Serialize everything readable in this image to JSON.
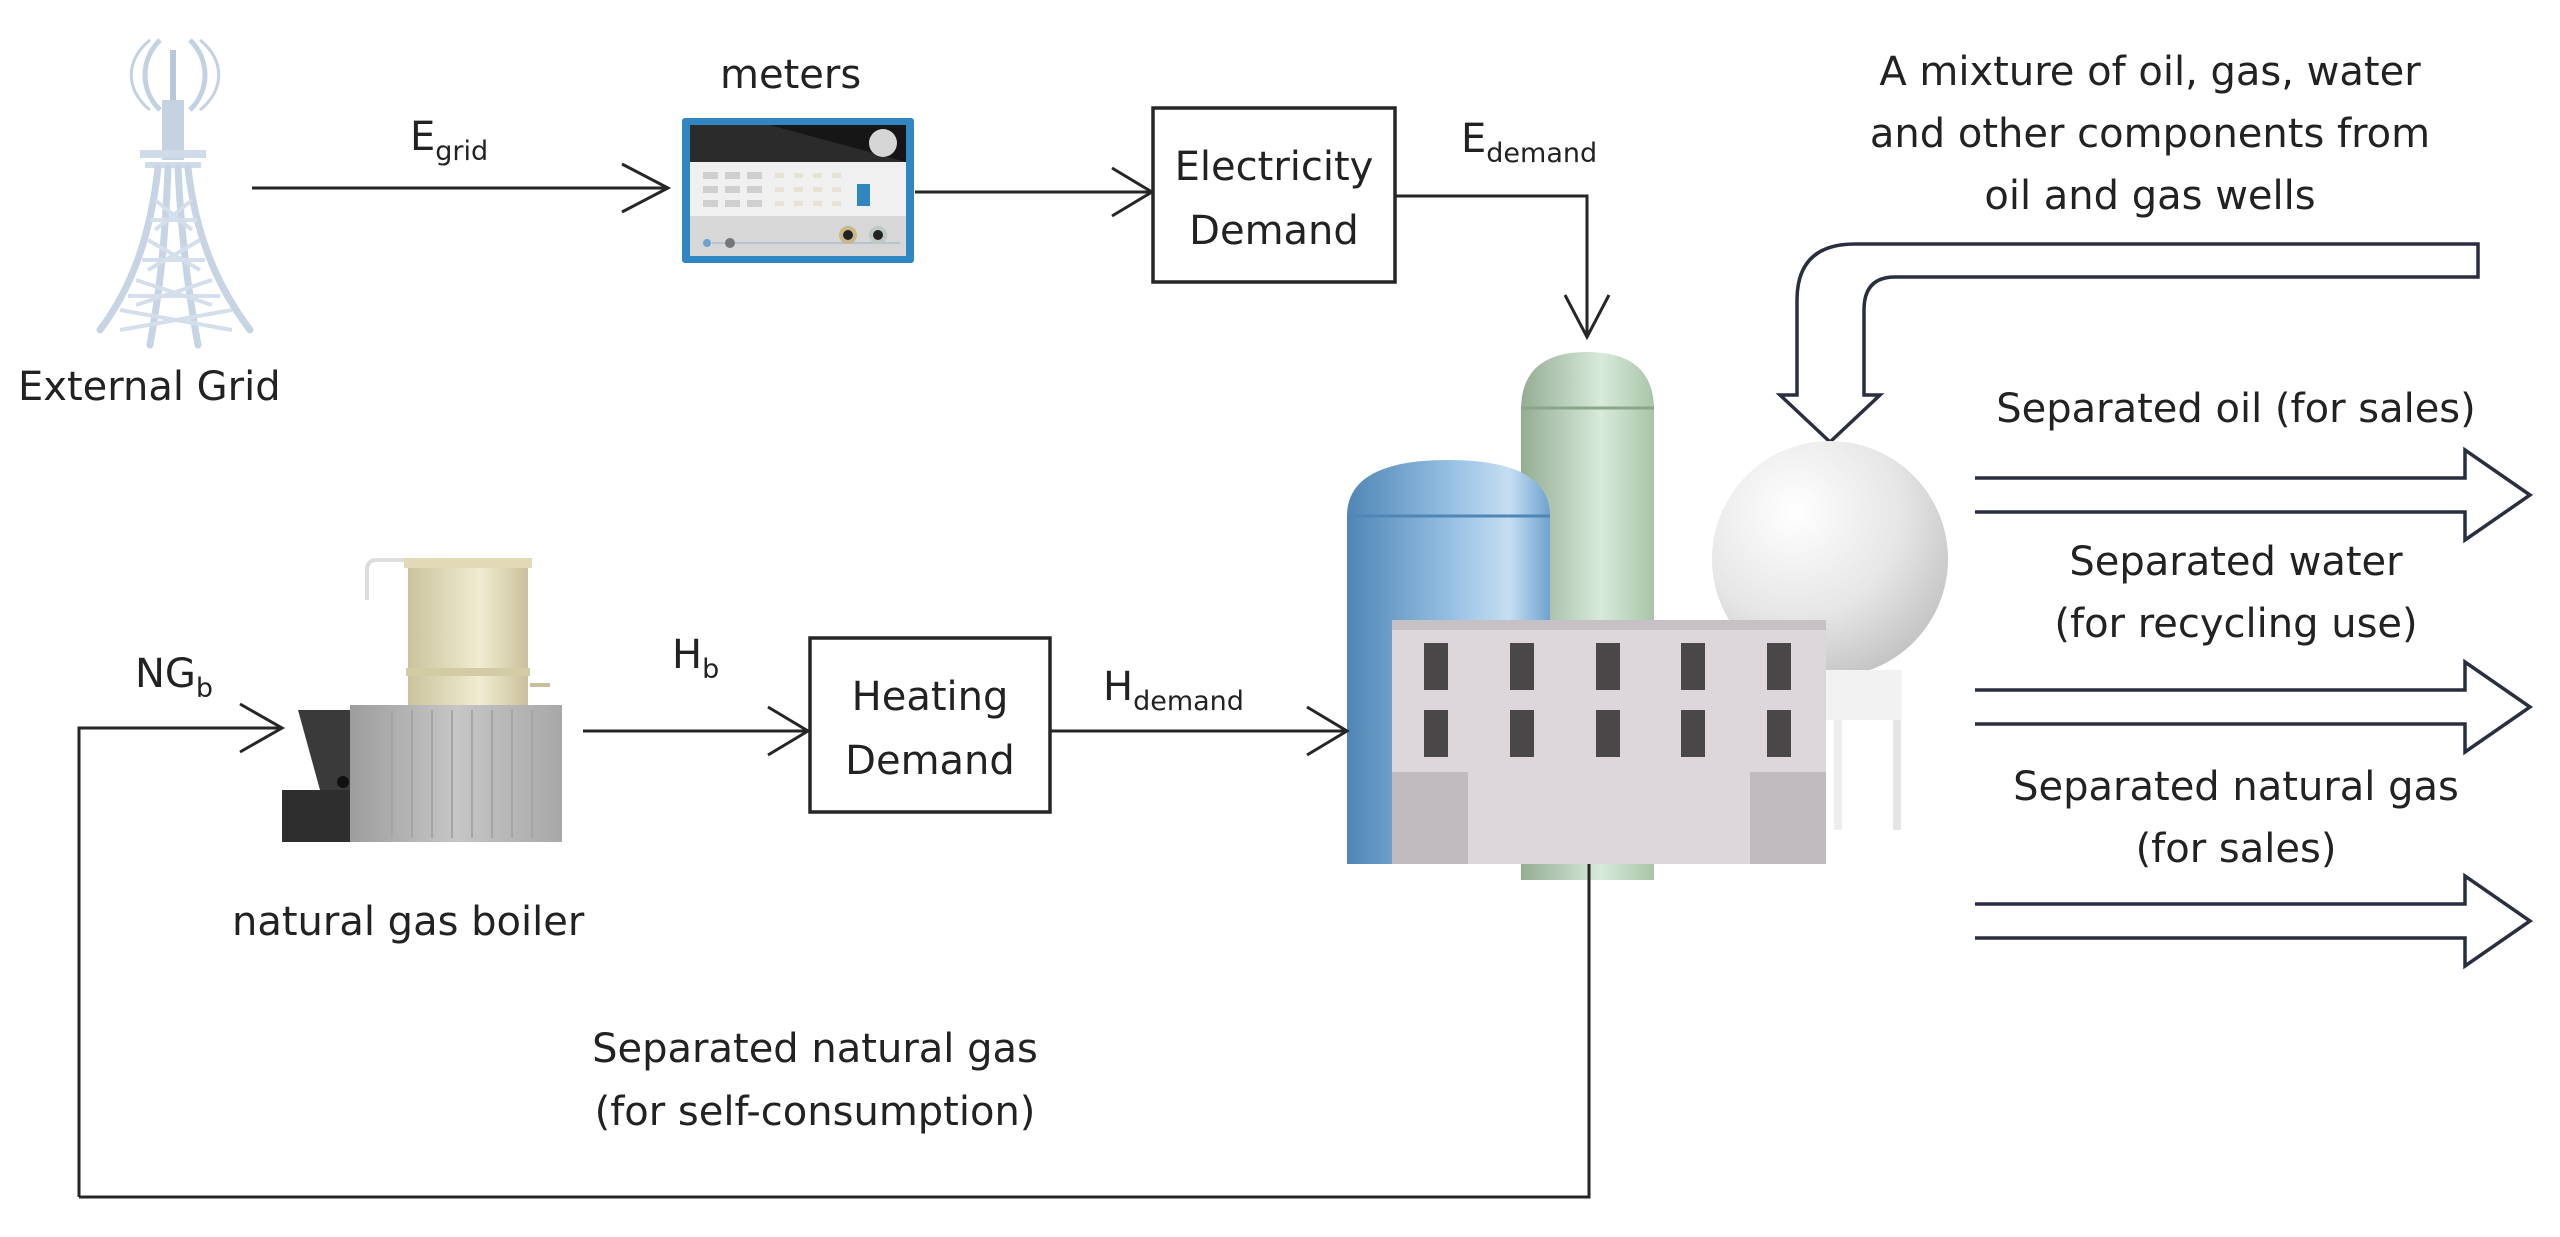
{
  "title": "Oilfield energy system: electricity, heating and separation flows",
  "nodes": {
    "external_grid": {
      "label": "External Grid",
      "icon": "transmission-tower-icon"
    },
    "meters": {
      "label": "meters",
      "icon": "power-meter-icon"
    },
    "electricity_demand": {
      "line1": "Electricity",
      "line2": "Demand"
    },
    "heating_demand": {
      "line1": "Heating",
      "line2": "Demand"
    },
    "boiler": {
      "label": "natural gas boiler",
      "icon": "boiler-icon"
    },
    "plant": {
      "icon": "oil-gas-separation-plant-icon"
    }
  },
  "flows": {
    "e_grid": {
      "main": "E",
      "sub": "grid"
    },
    "e_demand": {
      "main": "E",
      "sub": "demand"
    },
    "h_b": {
      "main": "H",
      "sub": "b"
    },
    "h_demand": {
      "main": "H",
      "sub": "demand"
    },
    "ng_b": {
      "main": "NG",
      "sub": "b"
    }
  },
  "inputs": {
    "well_mixture": {
      "lines": [
        "A mixture of oil, gas, water",
        "and other components from",
        "oil and gas wells"
      ]
    }
  },
  "outputs": [
    {
      "lines": [
        "Separated oil (for sales)"
      ]
    },
    {
      "lines": [
        "Separated water",
        "(for recycling use)"
      ]
    },
    {
      "lines": [
        "Separated natural gas",
        "(for sales)"
      ]
    }
  ],
  "loop": {
    "lines": [
      "Separated natural gas",
      "(for self-consumption)"
    ]
  },
  "colors": {
    "line": "#262626",
    "tank_blue": "#6fa3d0",
    "tank_green": "#b5d3b3",
    "sphere": "#e9e9e9",
    "building": "#dcd6da",
    "window": "#4a4749",
    "meter_frame": "#2f86c0",
    "boiler_drum": "#e6dfbf",
    "boiler_body": "#b9b9b9",
    "tower": "#c9d6e4"
  }
}
